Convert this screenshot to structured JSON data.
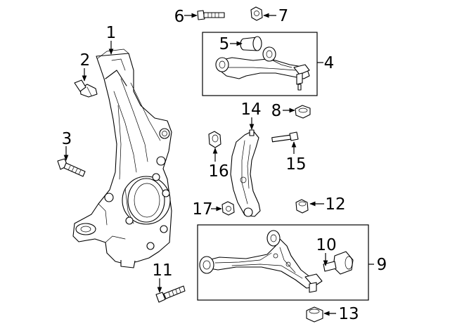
{
  "diagram": {
    "type": "exploded-parts-diagram",
    "parts": [
      {
        "number": "1",
        "name": "knuckle"
      },
      {
        "number": "2",
        "name": "bolt"
      },
      {
        "number": "3",
        "name": "bolt"
      },
      {
        "number": "4",
        "name": "upper-control-arm"
      },
      {
        "number": "5",
        "name": "bushing"
      },
      {
        "number": "6",
        "name": "bolt"
      },
      {
        "number": "7",
        "name": "nut"
      },
      {
        "number": "8",
        "name": "nut"
      },
      {
        "number": "9",
        "name": "lower-control-arm"
      },
      {
        "number": "10",
        "name": "bushing"
      },
      {
        "number": "11",
        "name": "bolt"
      },
      {
        "number": "12",
        "name": "nut"
      },
      {
        "number": "13",
        "name": "nut"
      },
      {
        "number": "14",
        "name": "link"
      },
      {
        "number": "15",
        "name": "bolt"
      },
      {
        "number": "16",
        "name": "nut"
      },
      {
        "number": "17",
        "name": "nut"
      }
    ],
    "grouped_callouts": [
      "4",
      "9"
    ]
  }
}
